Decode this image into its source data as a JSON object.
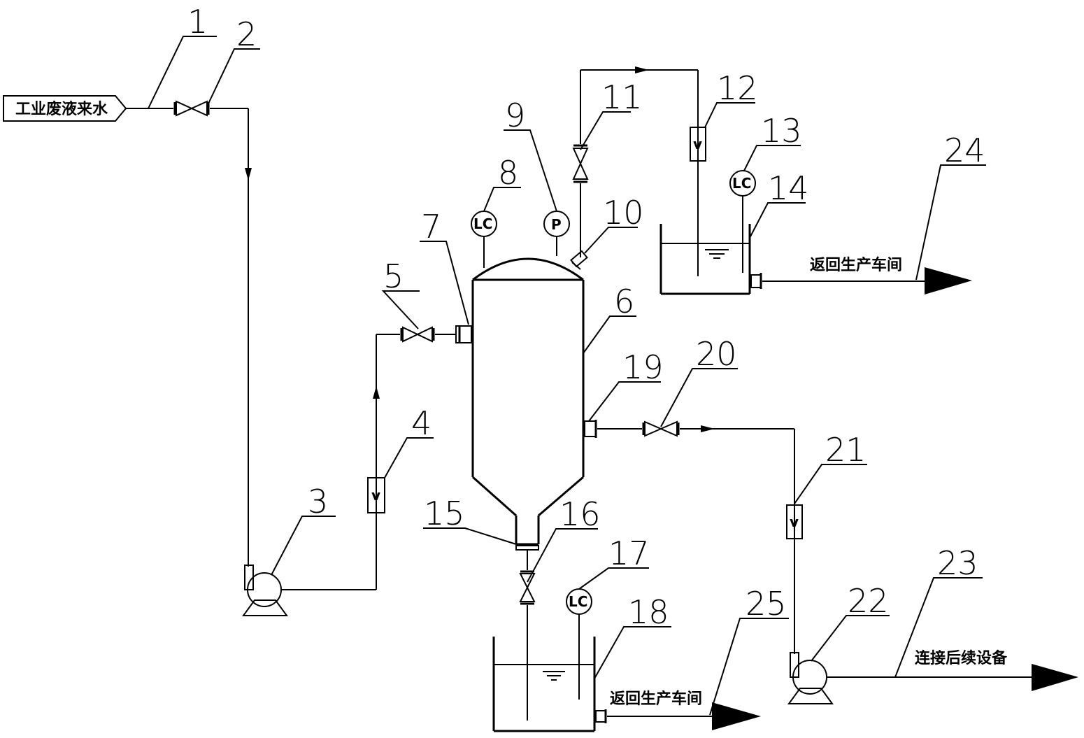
{
  "labels": {
    "source": "工业废液来水",
    "return_top": "返回生产车间",
    "return_bottom": "返回生产车间",
    "downstream": "连接后续设备"
  },
  "instruments": {
    "lc": "LC",
    "p": "P",
    "flow": "v"
  },
  "numbers": [
    "1",
    "2",
    "3",
    "4",
    "5",
    "6",
    "7",
    "8",
    "9",
    "10",
    "11",
    "12",
    "13",
    "14",
    "15",
    "16",
    "17",
    "18",
    "19",
    "20",
    "21",
    "22",
    "23",
    "24",
    "25"
  ]
}
